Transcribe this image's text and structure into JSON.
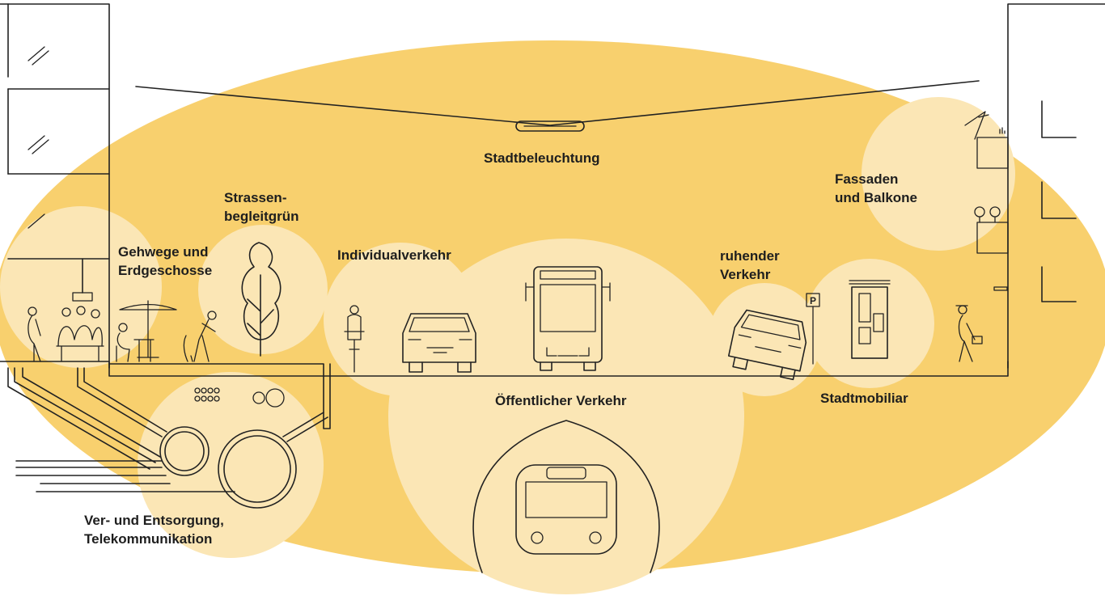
{
  "colors": {
    "ellipse": "#f8d06e",
    "bubble": "#fbe6b5",
    "line": "#222222",
    "text": "#1e1e1e"
  },
  "labels": {
    "street_lighting": "Stadtbeleuchtung",
    "facades": [
      "Fassaden",
      "und Balkone"
    ],
    "street_green": [
      "Strassen-",
      "begleitgrün"
    ],
    "sidewalks": [
      "Gehwege und",
      "Erdgeschosse"
    ],
    "individual_traffic": "Individualverkehr",
    "parked_traffic": [
      "ruhender",
      "Verkehr"
    ],
    "public_transport": "Öffentlicher Verkehr",
    "street_furniture": "Stadtmobiliar",
    "utilities": [
      "Ver- und Entsorgung,",
      "Telekommunikation"
    ]
  },
  "signs": {
    "parking": "P"
  }
}
